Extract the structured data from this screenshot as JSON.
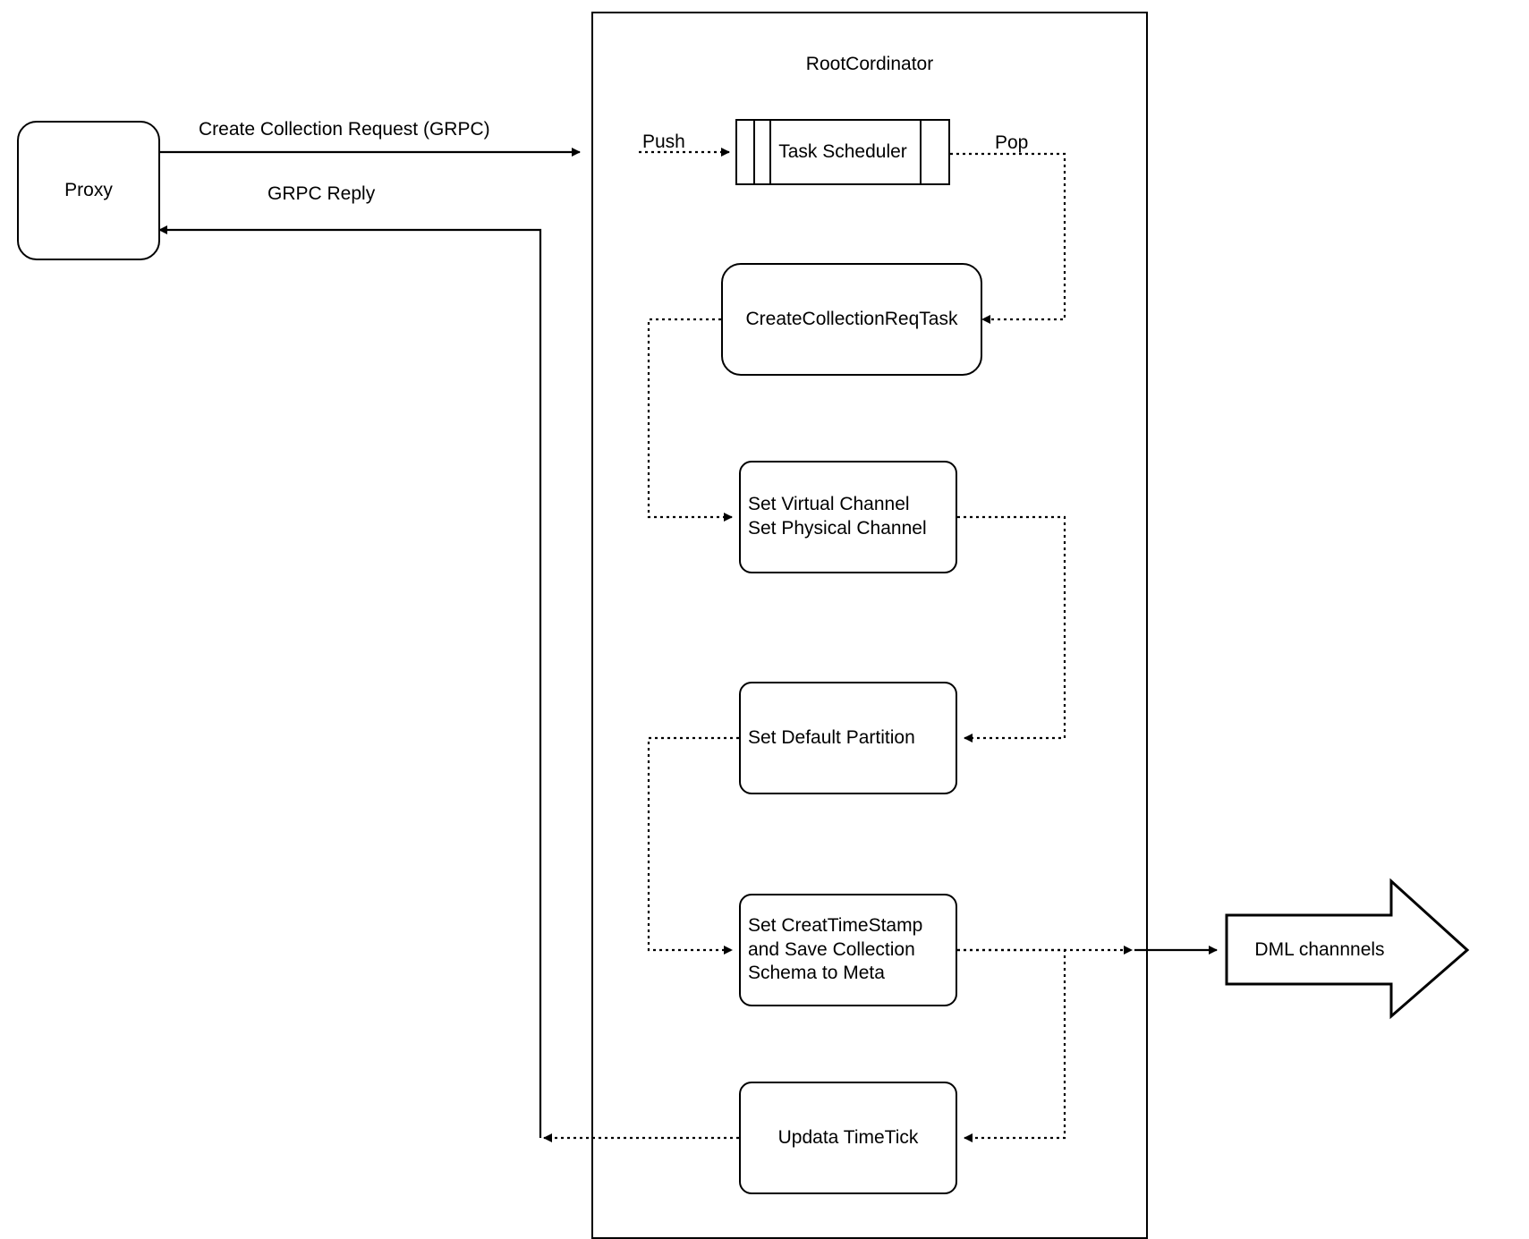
{
  "diagram": {
    "title_container": "RootCordinator",
    "nodes": {
      "proxy": "Proxy",
      "task_scheduler": "Task Scheduler",
      "create_collection_req_task": "CreateCollectionReqTask",
      "set_channels": "Set Virtual Channel\nSet Physical Channel",
      "set_default_partition": "Set Default Partition",
      "set_timestamp_save_schema": "Set CreatTimeStamp\nand Save Collection\nSchema to Meta",
      "update_timetick": "Updata TimeTick",
      "dml_channels": "DML channnels"
    },
    "edge_labels": {
      "create_collection_request": "Create Collection Request (GRPC)",
      "grpc_reply": "GRPC Reply",
      "push": "Push",
      "pop": "Pop"
    },
    "colors": {
      "stroke": "#000000",
      "fill": "#ffffff"
    }
  }
}
